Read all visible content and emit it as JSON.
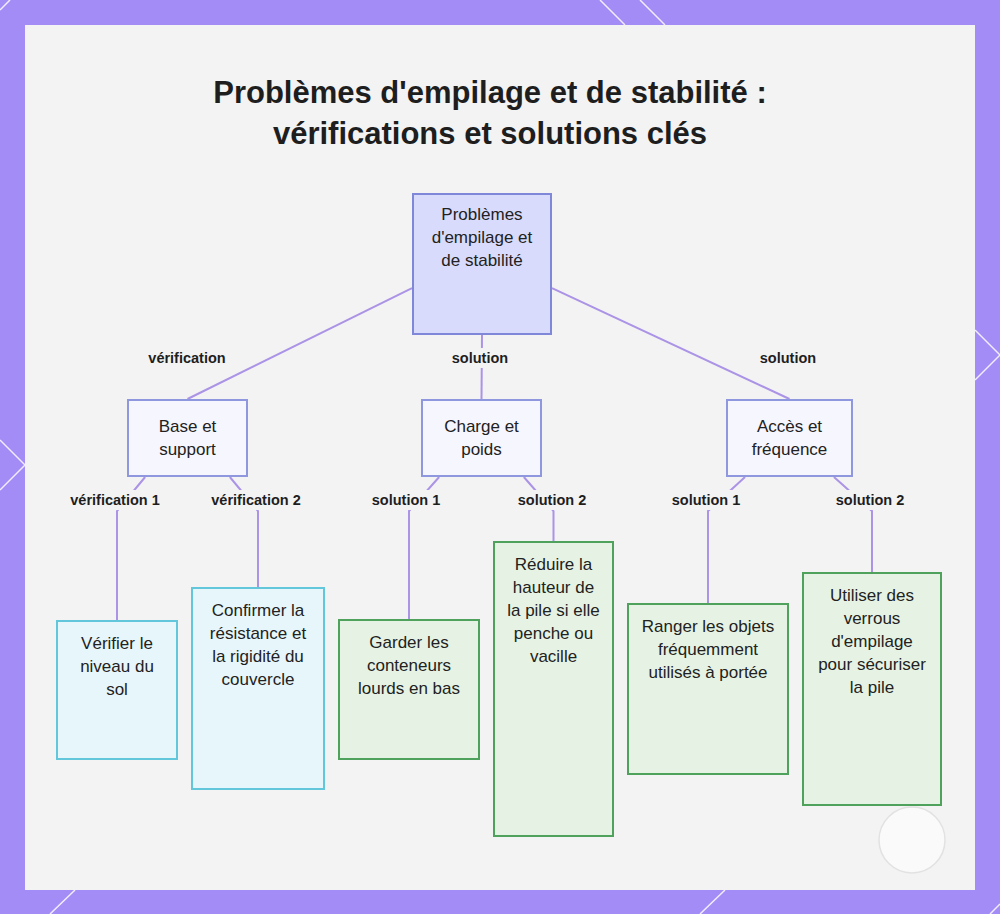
{
  "diagram": {
    "title": "Problèmes d'empilage et de stabilité : vérifications et solutions clés",
    "nodes": [
      {
        "text": [
          "Problèmes d'empilage et de stabilité"
        ]
      },
      {
        "text": [
          "Base et support"
        ]
      },
      {
        "text": [
          "Charge et poids"
        ]
      },
      {
        "text": [
          "Accès et fréquence"
        ]
      },
      {
        "text": [
          "Vérifier le niveau du sol"
        ]
      },
      {
        "text": [
          "Confirmer la résistance et la rigidité du couvercle"
        ]
      },
      {
        "text": [
          "Garder les conteneurs lourds en bas"
        ]
      },
      {
        "text": [
          "Réduire la hauteur de la pile si elle penche ou vacille"
        ]
      },
      {
        "text": [
          "Ranger les objets fréquemment utilisés à portée"
        ]
      },
      {
        "text": [
          "Utiliser des verrous d'empilage pour sécuriser la pile"
        ]
      }
    ],
    "edges": [
      {
        "from": 0,
        "to": 1,
        "label": "vérification",
        "arrow": "none"
      },
      {
        "from": 0,
        "to": 2,
        "label": "solution",
        "arrow": "none"
      },
      {
        "from": 0,
        "to": 3,
        "label": "solution",
        "arrow": "none"
      },
      {
        "from": 1,
        "to": 4,
        "label": "vérification 1",
        "arrow": "none"
      },
      {
        "from": 1,
        "to": 5,
        "label": "vérification 2",
        "arrow": "none"
      },
      {
        "from": 2,
        "to": 6,
        "label": "solution 1",
        "arrow": "none"
      },
      {
        "from": 2,
        "to": 7,
        "label": "solution 2",
        "arrow": "none"
      },
      {
        "from": 3,
        "to": 8,
        "label": "solution 1",
        "arrow": "none"
      },
      {
        "from": 3,
        "to": 9,
        "label": "solution 2",
        "arrow": "none"
      }
    ]
  }
}
